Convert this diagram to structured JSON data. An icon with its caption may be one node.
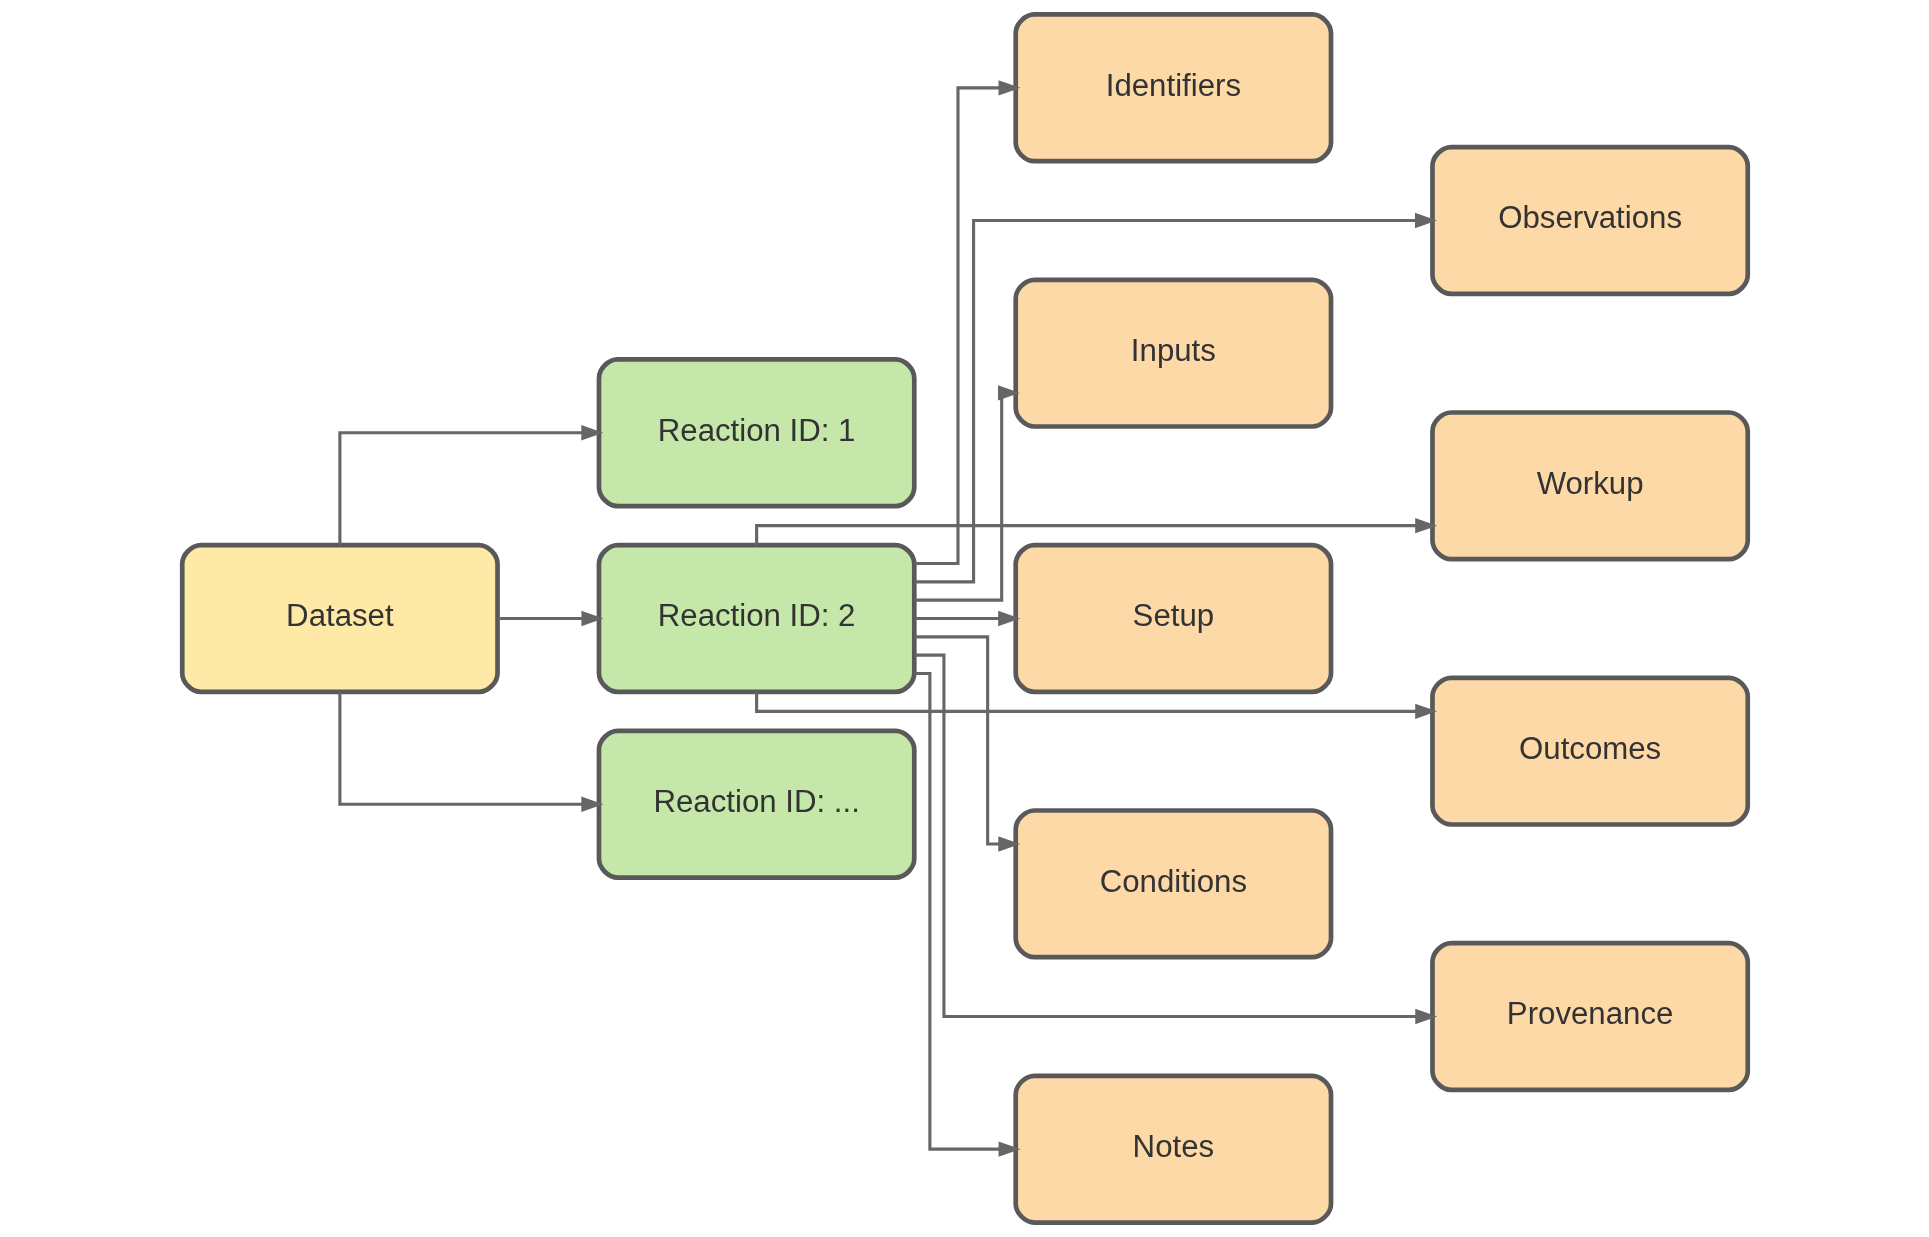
{
  "diagram": {
    "nodes": [
      {
        "text": [
          "Dataset"
        ]
      },
      {
        "text": [
          "Reaction ID: 1"
        ]
      },
      {
        "text": [
          "Reaction ID: 2"
        ]
      },
      {
        "text": [
          "Reaction ID: ..."
        ]
      },
      {
        "text": [
          "Identifiers"
        ]
      },
      {
        "text": [
          "Observations"
        ]
      },
      {
        "text": [
          "Inputs"
        ]
      },
      {
        "text": [
          "Workup"
        ]
      },
      {
        "text": [
          "Setup"
        ]
      },
      {
        "text": [
          "Outcomes"
        ]
      },
      {
        "text": [
          "Conditions"
        ]
      },
      {
        "text": [
          "Provenance"
        ]
      },
      {
        "text": [
          "Notes"
        ]
      }
    ],
    "edges": [
      {
        "from": 0,
        "to": 1,
        "arrow": "to"
      },
      {
        "from": 0,
        "to": 2,
        "arrow": "to"
      },
      {
        "from": 0,
        "to": 3,
        "arrow": "to"
      },
      {
        "from": 2,
        "to": 4,
        "arrow": "to"
      },
      {
        "from": 2,
        "to": 5,
        "arrow": "to"
      },
      {
        "from": 2,
        "to": 6,
        "arrow": "to"
      },
      {
        "from": 2,
        "to": 7,
        "arrow": "to"
      },
      {
        "from": 2,
        "to": 8,
        "arrow": "to"
      },
      {
        "from": 2,
        "to": 9,
        "arrow": "to"
      },
      {
        "from": 2,
        "to": 10,
        "arrow": "to"
      },
      {
        "from": 2,
        "to": 11,
        "arrow": "to"
      },
      {
        "from": 2,
        "to": 12,
        "arrow": "to"
      }
    ]
  }
}
